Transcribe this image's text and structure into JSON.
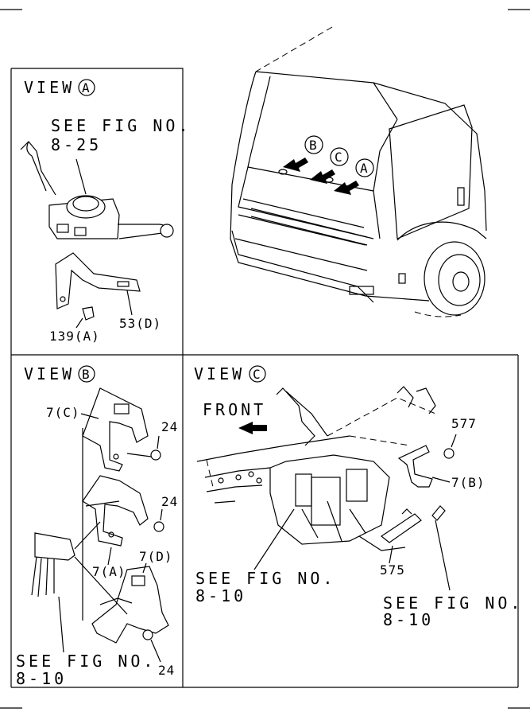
{
  "views": {
    "a": {
      "title": "VIEW",
      "letter": "A"
    },
    "b": {
      "title": "VIEW",
      "letter": "B"
    },
    "c": {
      "title": "VIEW",
      "letter": "C"
    }
  },
  "truck_arrows": [
    "B",
    "C",
    "A"
  ],
  "refs": {
    "a_fig_line1": "SEE FIG NO.",
    "a_fig_line2": "8-25",
    "b_fig_line1": "SEE FIG NO.",
    "b_fig_line2": "8-10",
    "c_fig1_line1": "SEE FIG NO.",
    "c_fig1_line2": "8-10",
    "c_fig2_line1": "SEE FIG NO.",
    "c_fig2_line2": "8-10"
  },
  "parts": {
    "p53d": "53(D)",
    "p139a": "139(A)",
    "p7c": "7(C)",
    "p24_1": "24",
    "p24_2": "24",
    "p24_3": "24",
    "p7a": "7(A)",
    "p7d": "7(D)",
    "p577": "577",
    "p7b": "7(B)",
    "p575": "575"
  },
  "front_label": "FRONT"
}
